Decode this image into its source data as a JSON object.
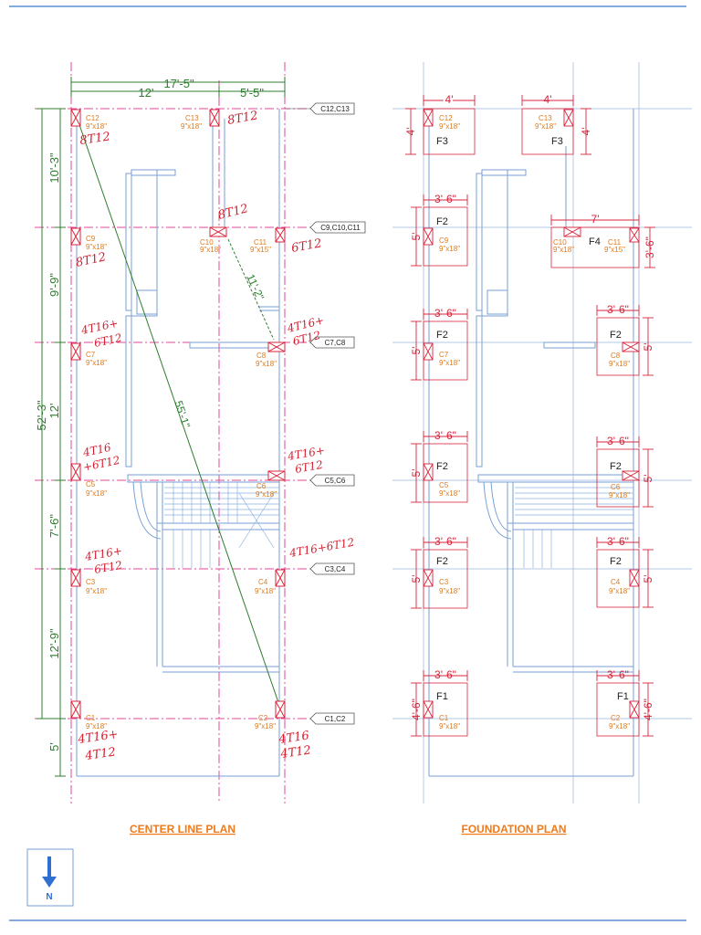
{
  "titles": {
    "center_line_plan": "CENTER LINE PLAN",
    "foundation_plan": "FOUNDATION PLAN",
    "north": "N"
  },
  "center": {
    "dim_total_width": "17'-5\"",
    "dim_left": "12'",
    "dim_right": "5'-5\"",
    "dim_total_height": "52'-3\"",
    "dim_segments": [
      "10'-3\"",
      "9'-9\"",
      "12'",
      "7'-6\"",
      "12'-9\"",
      "5'"
    ],
    "diag_long": "55'-1\"",
    "diag_short": "11'-2\"",
    "tags": [
      "C12,C13",
      "C9,C10,C11",
      "C7,C8",
      "C5,C6",
      "C3,C4",
      "C1,C2"
    ],
    "columns": [
      {
        "id": "C12",
        "size": "9\"x18\""
      },
      {
        "id": "C13",
        "size": "9\"x18\""
      },
      {
        "id": "C9",
        "size": "9\"x18\""
      },
      {
        "id": "C10",
        "size": "9\"x18\""
      },
      {
        "id": "C11",
        "size": "9\"x15\""
      },
      {
        "id": "C7",
        "size": "9\"x18\""
      },
      {
        "id": "C8",
        "size": "9\"x18\""
      },
      {
        "id": "C5",
        "size": "9\"x18\""
      },
      {
        "id": "C6",
        "size": "9\"x18\""
      },
      {
        "id": "C3",
        "size": "9\"x18\""
      },
      {
        "id": "C4",
        "size": "9\"x18\""
      },
      {
        "id": "C1",
        "size": "9\"x18\""
      },
      {
        "id": "C2",
        "size": "9\"x18\""
      }
    ],
    "notes": {
      "c12": "8T12",
      "c13": "8T12",
      "c10": "8T12",
      "c11": "6T12",
      "c9": "8T12",
      "c7a": "4T16+",
      "c7b": "6T12",
      "c8a": "4T16+",
      "c8b": "6T12",
      "c5a": "4T16",
      "c5b": "+6T12",
      "c6a": "4T16+",
      "c6b": "6T12",
      "c3a": "4T16+",
      "c3b": "6T12",
      "c4": "4T16+6T12",
      "c1a": "4T16+",
      "c1b": "4T12",
      "c2a": "4T16",
      "c2b": "4T12"
    }
  },
  "foundation": {
    "dims": {
      "f3_left_w": "4'",
      "f3_left_h": "4'",
      "f3_right_w": "4'",
      "f3_right_h": "4'",
      "f4_w": "7'",
      "f4_h": "3'-6\"",
      "f2_w": "3'-6\"",
      "f2_h": "5'",
      "f1_w": "3'-6\"",
      "f1_h": "4'-6\""
    },
    "footings": [
      {
        "label": "F3",
        "col": "C12",
        "size": "9\"x18\""
      },
      {
        "label": "F3",
        "col": "C13",
        "size": "9\"x18\""
      },
      {
        "label": "F2",
        "col": "C9",
        "size": "9\"x18\""
      },
      {
        "label": "F4",
        "col": "C10",
        "size": "9\"x18\""
      },
      {
        "label": "",
        "col": "C11",
        "size": "9\"x15\""
      },
      {
        "label": "F2",
        "col": "C7",
        "size": "9\"x18\""
      },
      {
        "label": "F2",
        "col": "C8",
        "size": "9\"x18\""
      },
      {
        "label": "F2",
        "col": "C5",
        "size": "9\"x18\""
      },
      {
        "label": "F2",
        "col": "C6",
        "size": "9\"x18\""
      },
      {
        "label": "F2",
        "col": "C3",
        "size": "9\"x18\""
      },
      {
        "label": "F2",
        "col": "C4",
        "size": "9\"x18\""
      },
      {
        "label": "F1",
        "col": "C1",
        "size": "9\"x18\""
      },
      {
        "label": "F1",
        "col": "C2",
        "size": "9\"x18\""
      }
    ]
  }
}
